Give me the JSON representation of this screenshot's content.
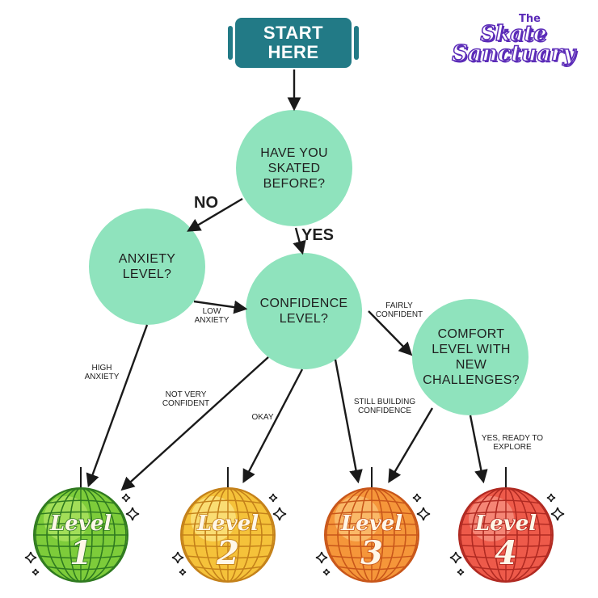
{
  "brand": {
    "the": "The",
    "line1": "Skate",
    "line2": "Sanctuary",
    "color": "#5b2bb8"
  },
  "start": {
    "line1": "START",
    "line2": "HERE",
    "color": "#227a86"
  },
  "nodes": {
    "skated_before": "HAVE YOU SKATED BEFORE?",
    "anxiety": "ANXIETY LEVEL?",
    "confidence": "CONFIDENCE LEVEL?",
    "comfort": "COMFORT LEVEL WITH NEW CHALLENGES?"
  },
  "node_color": "#8fe3bd",
  "edges": {
    "no": "NO",
    "yes": "YES",
    "low_anxiety": "LOW ANXIETY",
    "high_anxiety": "HIGH ANXIETY",
    "not_very_confident": "NOT VERY CONFIDENT",
    "okay": "OKAY",
    "fairly_confident": "FAIRLY CONFIDENT",
    "still_building": "STILL BUILDING CONFIDENCE",
    "yes_ready": "YES, READY TO EXPLORE"
  },
  "levels": [
    {
      "word": "Level",
      "number": "1",
      "base": "#7dcc3a",
      "light": "#a6e05c",
      "dark": "#2f7a20"
    },
    {
      "word": "Level",
      "number": "2",
      "base": "#f5c23a",
      "light": "#fbe07a",
      "dark": "#c4811a"
    },
    {
      "word": "Level",
      "number": "3",
      "base": "#f5963a",
      "light": "#fbbc6e",
      "dark": "#c8561a"
    },
    {
      "word": "Level",
      "number": "4",
      "base": "#ee5a4a",
      "light": "#f58a7a",
      "dark": "#b02a22"
    }
  ]
}
